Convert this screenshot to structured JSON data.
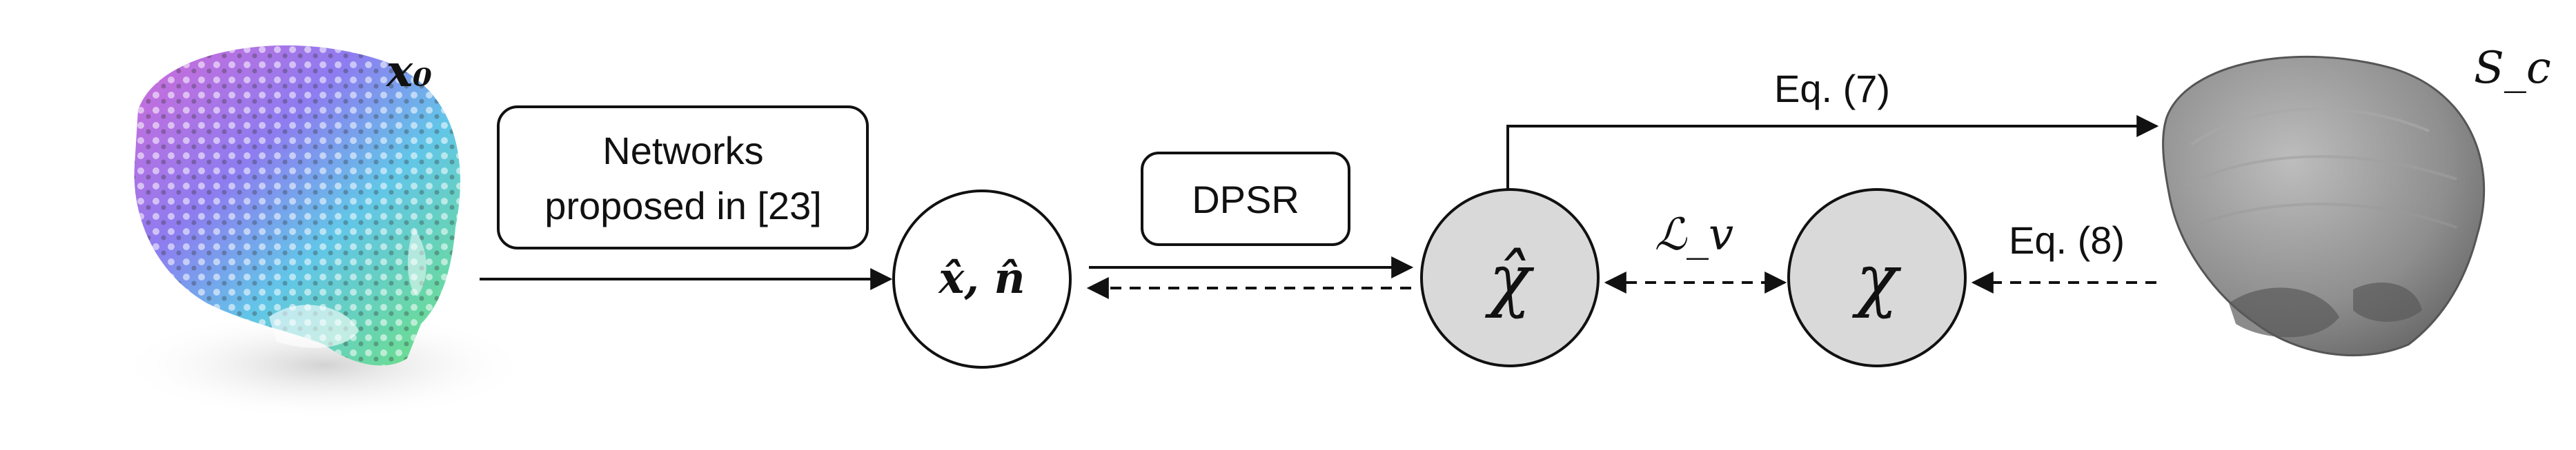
{
  "labels": {
    "x0": "𝒙₀",
    "sc": "S_c",
    "networks_line1": "Networks",
    "networks_line2": "proposed in [23]",
    "dpsr": "DPSR",
    "eq7": "Eq. (7)",
    "eq8": "Eq. (8)",
    "loss": "ℒ_v"
  },
  "nodes": {
    "xn": "x̂, n̂",
    "chi_hat": "χ̂",
    "chi": "χ"
  },
  "colors": {
    "stroke": "#111111",
    "node_fill_white": "#ffffff",
    "node_fill_gray": "#d9d9d9",
    "mesh_gray": "#8a8a8a"
  }
}
